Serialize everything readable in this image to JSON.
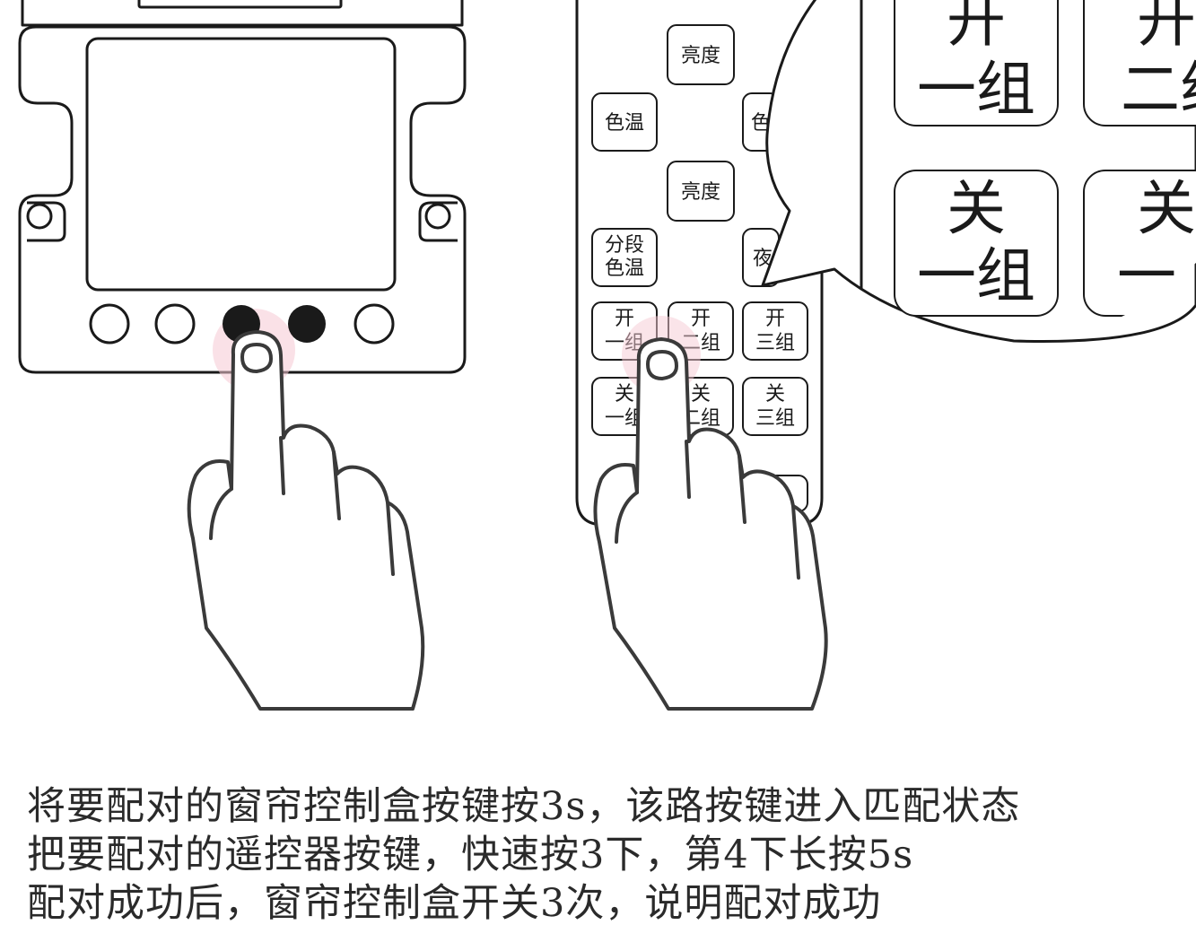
{
  "remote": {
    "brightness_label": "亮度",
    "color_temp_label": "色温",
    "color_temp_partial": "色",
    "segment_temp_line1": "分段",
    "segment_temp_line2": "色温",
    "night_partial": "夜",
    "on_label": "开",
    "off_label": "关",
    "group1": "一组",
    "group2": "二组",
    "group3": "三组",
    "group1_partial": "一组",
    "group2_partial": "二组"
  },
  "magnifier": {
    "on_label": "开",
    "off_label": "关",
    "group1": "一组",
    "group2_partial": "二组",
    "group_line_partial": "一"
  },
  "instructions": [
    "将要配对的窗帘控制盒按键按3s，该路按键进入匹配状态",
    "把要配对的遥控器按键，快速按3下，第4下长按5s",
    "配对成功后，窗帘控制盒开关3次，说明配对成功"
  ],
  "colors": {
    "line": "#1a1a1a",
    "press_highlight": "#f6c9d4",
    "text": "#2a2a2a"
  }
}
